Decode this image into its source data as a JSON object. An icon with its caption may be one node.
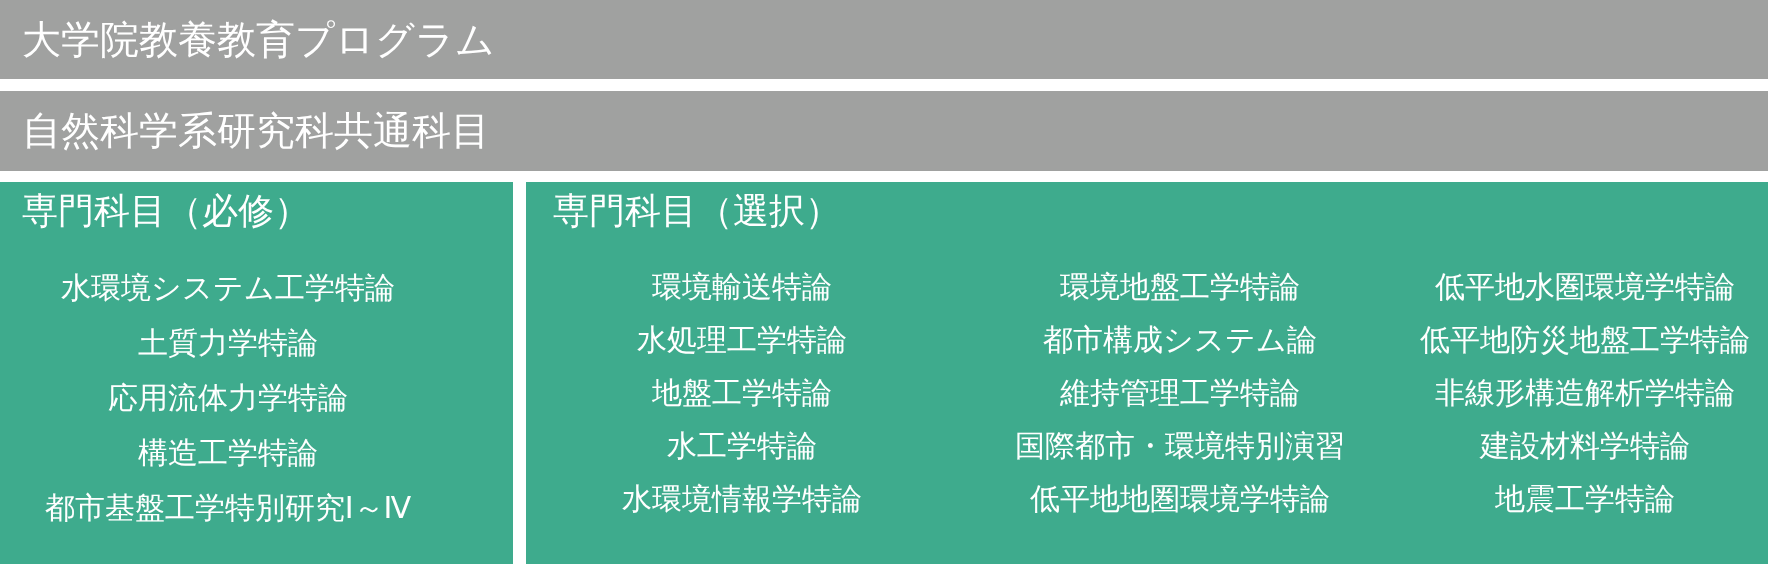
{
  "diagram": {
    "nodes": [
      {
        "text": [
          "大学院教養教育プログラム"
        ]
      },
      {
        "text": [
          "自然科学系研究科共通科目"
        ]
      },
      {
        "text": [
          "専門科目（必修）",
          "水環境システム工学特論",
          "土質力学特論",
          "応用流体力学特論",
          "構造工学特論",
          "都市基盤工学特別研究Ⅰ～Ⅳ"
        ]
      },
      {
        "text": [
          "専門科目（選択）",
          "環境輸送特論",
          "環境地盤工学特論",
          "低平地水圏環境学特論",
          "水処理工学特論",
          "都市構成システム論",
          "低平地防災地盤工学特論",
          "地盤工学特論",
          "維持管理工学特論",
          "非線形構造解析学特論",
          "水工学特論",
          "国際都市・環境特別演習",
          "建設材料学特論",
          "水環境情報学特論",
          "低平地地圏環境学特論",
          "地震工学特論"
        ]
      }
    ]
  }
}
